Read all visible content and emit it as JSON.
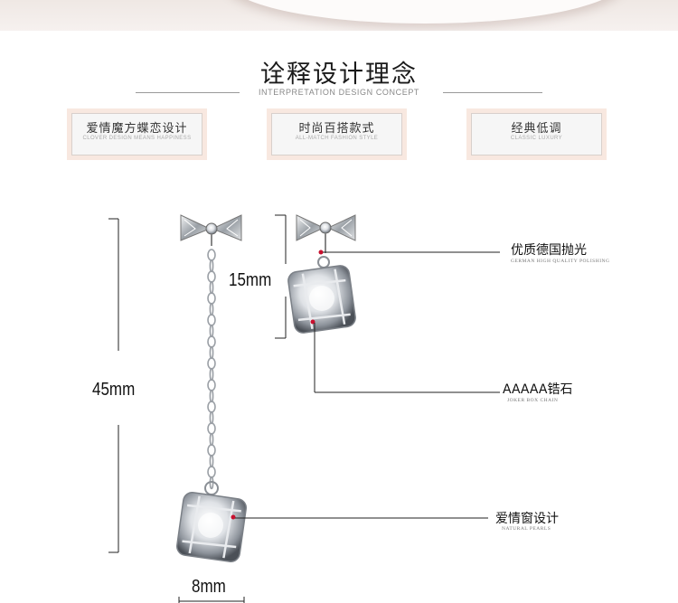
{
  "header": {
    "title": "诠释设计理念",
    "subtitle": "INTERPRETATION DESIGN CONCEPT"
  },
  "tags": [
    {
      "cn": "爱情魔方蝶恋设计",
      "en": "CLOVER DESIGN MEANS HAPPINESS"
    },
    {
      "cn": "时尚百搭款式",
      "en": "ALL-MATCH FASHION STYLE"
    },
    {
      "cn": "经典低调",
      "en": "CLASSIC LUXURY"
    }
  ],
  "dimensions": {
    "length_long": "45mm",
    "length_short": "15mm",
    "width": "8mm"
  },
  "callouts": [
    {
      "cn": "优质德国抛光",
      "en": "GERMAN HIGH QUALITY POLISHING"
    },
    {
      "cn": "AAAAA锆石",
      "en": "JOKER BOX CHAIN"
    },
    {
      "cn": "爱情窗设计",
      "en": "NATURAL PEARLS"
    }
  ],
  "colors": {
    "accent": "#c8102e",
    "tag_background": "#f8e8e0",
    "line": "#222222"
  }
}
